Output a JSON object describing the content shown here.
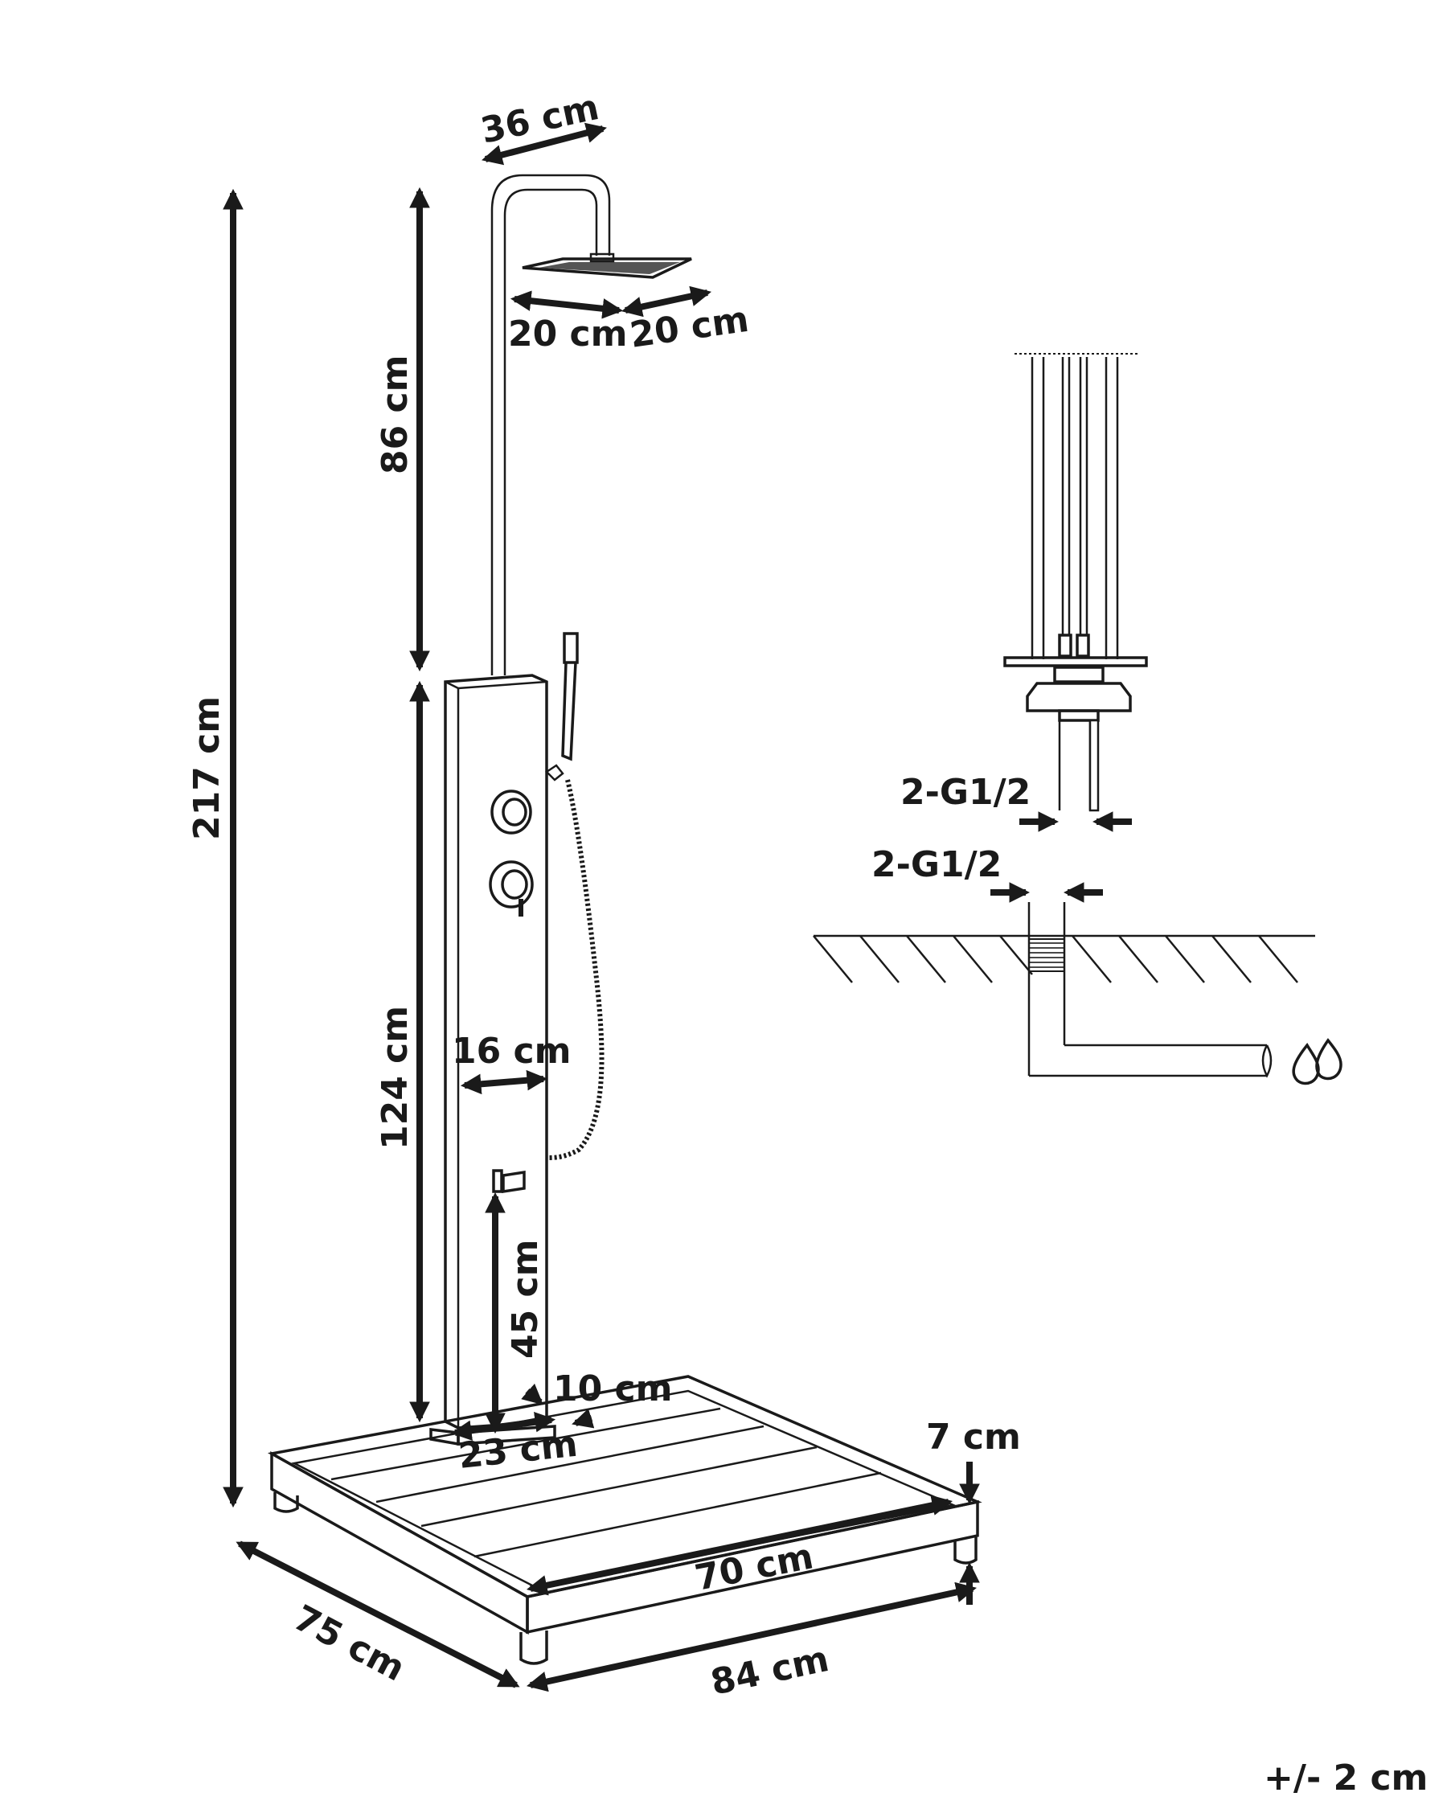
{
  "labels": {
    "head_depth": "36 cm",
    "head_left": "20 cm",
    "head_right": "20 cm",
    "upper_height": "86 cm",
    "total_height": "217 cm",
    "column_height": "124 cm",
    "column_width": "16 cm",
    "tap_height": "45 cm",
    "column_depth": "10 cm",
    "column_base": "23 cm",
    "base_height": "7 cm",
    "deck_width": "70 cm",
    "base_depth": "75 cm",
    "base_width": "84 cm",
    "inlet_upper": "2-G1/2",
    "inlet_lower": "2-G1/2",
    "tolerance": "+/- 2 cm"
  },
  "icons": {
    "water": "water-drops-icon"
  },
  "colors": {
    "ink": "#1a1a1a",
    "background": "#ffffff"
  }
}
